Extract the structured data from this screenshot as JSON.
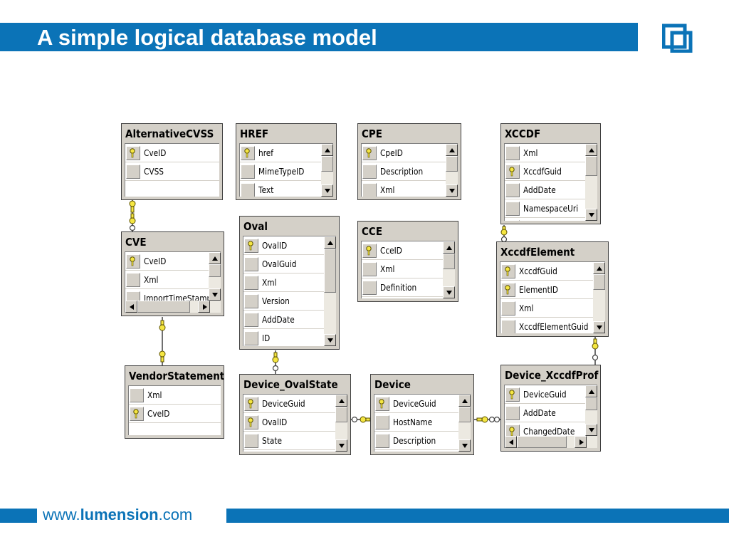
{
  "header": {
    "title": "A simple logical database model"
  },
  "footer": {
    "url_prefix": "www.",
    "url_brand": "lumension",
    "url_suffix": ".com"
  },
  "colors": {
    "brand_blue": "#0b73b7",
    "table_gray": "#d4d0c8",
    "key_yellow": "#f5e642"
  },
  "tables": {
    "alternative_cvss": {
      "name": "AlternativeCVSS",
      "fields": [
        {
          "label": "CveID",
          "key": true
        },
        {
          "label": "CVSS",
          "key": false
        }
      ]
    },
    "href": {
      "name": "HREF",
      "fields": [
        {
          "label": "href",
          "key": true
        },
        {
          "label": "MimeTypeID",
          "key": false
        },
        {
          "label": "Text",
          "key": false
        }
      ]
    },
    "cpe": {
      "name": "CPE",
      "fields": [
        {
          "label": "CpeID",
          "key": true
        },
        {
          "label": "Description",
          "key": false
        },
        {
          "label": "Xml",
          "key": false
        }
      ]
    },
    "xccdf": {
      "name": "XCCDF",
      "fields": [
        {
          "label": "Xml",
          "key": false
        },
        {
          "label": "XccdfGuid",
          "key": true
        },
        {
          "label": "AddDate",
          "key": false
        },
        {
          "label": "NamespaceUri",
          "key": false
        }
      ]
    },
    "cve": {
      "name": "CVE",
      "fields": [
        {
          "label": "CveID",
          "key": true
        },
        {
          "label": "Xml",
          "key": false
        },
        {
          "label": "ImportTimeStamp",
          "key": false
        }
      ]
    },
    "oval": {
      "name": "Oval",
      "fields": [
        {
          "label": "OvalID",
          "key": true
        },
        {
          "label": "OvalGuid",
          "key": false
        },
        {
          "label": "Xml",
          "key": false
        },
        {
          "label": "Version",
          "key": false
        },
        {
          "label": "AddDate",
          "key": false
        },
        {
          "label": "ID",
          "key": false
        }
      ]
    },
    "cce": {
      "name": "CCE",
      "fields": [
        {
          "label": "CceID",
          "key": true
        },
        {
          "label": "Xml",
          "key": false
        },
        {
          "label": "Definition",
          "key": false
        }
      ]
    },
    "xccdf_element": {
      "name": "XccdfElement",
      "fields": [
        {
          "label": "XccdfGuid",
          "key": true
        },
        {
          "label": "ElementID",
          "key": true
        },
        {
          "label": "Xml",
          "key": false
        },
        {
          "label": "XccdfElementGuid",
          "key": false
        }
      ]
    },
    "vendor_statements": {
      "name": "VendorStatements",
      "fields": [
        {
          "label": "Xml",
          "key": false
        },
        {
          "label": "CveID",
          "key": true
        }
      ]
    },
    "device_ovalstate": {
      "name": "Device_OvalState",
      "fields": [
        {
          "label": "DeviceGuid",
          "key": true
        },
        {
          "label": "OvalID",
          "key": true
        },
        {
          "label": "State",
          "key": false
        }
      ]
    },
    "device": {
      "name": "Device",
      "fields": [
        {
          "label": "DeviceGuid",
          "key": true
        },
        {
          "label": "HostName",
          "key": false
        },
        {
          "label": "Description",
          "key": false
        }
      ]
    },
    "device_xccdf_profile": {
      "name": "Device_XccdfProf",
      "fields": [
        {
          "label": "DeviceGuid",
          "key": true
        },
        {
          "label": "AddDate",
          "key": false
        },
        {
          "label": "ChangedDate",
          "key": true
        }
      ]
    }
  }
}
